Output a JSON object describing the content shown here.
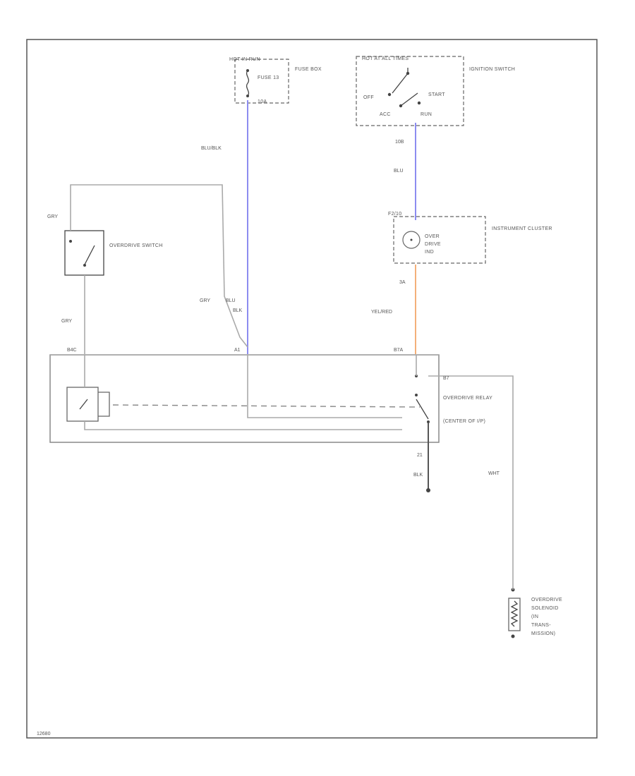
{
  "colors": {
    "blue_wire": "#8c8cf0",
    "orange_wire": "#f4b079",
    "gray_wire": "#aaaaaa",
    "frame": "#555555"
  },
  "labels": {
    "fuse_header": "HOT IN RUN",
    "fuse_box": "FUSE BOX",
    "fuse_id": "FUSE 13",
    "fuse_amp": "10A",
    "ign_header": "HOT AT ALL TIMES",
    "ign_switch": "IGNITION SWITCH",
    "ign_off": "OFF",
    "ign_start": "START",
    "ign_acc": "ACC",
    "ign_run": "RUN",
    "od_switch": "OVERDRIVE SWITCH",
    "cluster": "INSTRUMENT CLUSTER",
    "od_indicator_1": "OVER",
    "od_indicator_2": "DRIVE",
    "od_indicator_3": "IND",
    "relay": "OVERDRIVE RELAY",
    "relay_location": "(CENTER OF I/P)",
    "solenoid": "OVERDRIVE SOLENOID (IN TRANS- MISSION)",
    "drawing_id": "12680"
  },
  "wires": {
    "blu_blk": "BLU/BLK",
    "gry_top": "GRY",
    "gry_left": "GRY",
    "gry_mid": "GRY",
    "blu_mid": "BLU",
    "blk_mid": "BLK",
    "yel_red": "YEL/RED",
    "blu_ign": "BLU",
    "blk_ground": "BLK",
    "wht": "WHT"
  },
  "pins": {
    "ign_pin": "10B",
    "cluster_in": "F2/10",
    "cluster_out": "3A",
    "relay_1": "B4C",
    "relay_2": "A1",
    "relay_3": "B7A",
    "relay_4": "B7",
    "relay_5": "21"
  }
}
